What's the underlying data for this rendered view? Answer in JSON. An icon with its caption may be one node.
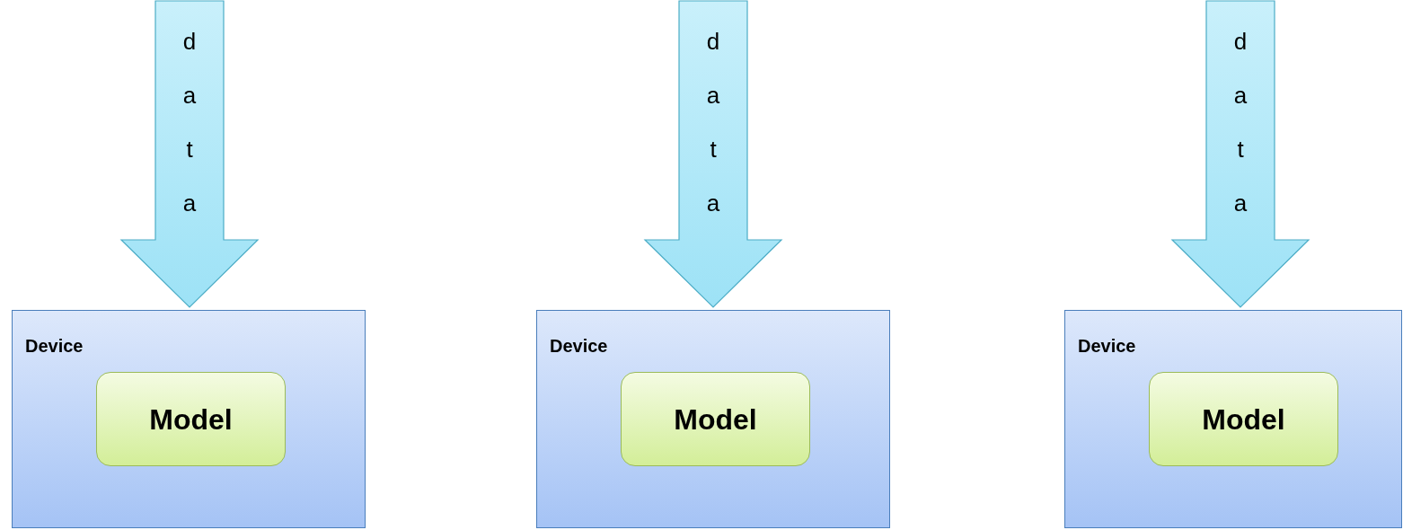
{
  "diagram": {
    "nodes": [
      {
        "text": [
          "Device"
        ]
      },
      {
        "text": [
          "Model"
        ],
        "in": 0
      },
      {
        "text": [
          "Device"
        ]
      },
      {
        "text": [
          "Model"
        ],
        "in": 2
      },
      {
        "text": [
          "Device"
        ]
      },
      {
        "text": [
          "Model"
        ],
        "in": 4
      }
    ],
    "edges": [
      {
        "from": null,
        "to": 0,
        "arrow": "to",
        "label": "data"
      },
      {
        "from": null,
        "to": 2,
        "arrow": "to",
        "label": "data"
      },
      {
        "from": null,
        "to": 4,
        "arrow": "to",
        "label": "data"
      }
    ]
  }
}
